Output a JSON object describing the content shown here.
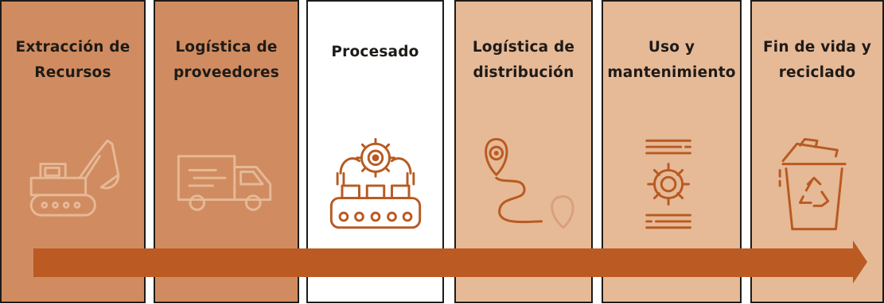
{
  "stages": [
    {
      "lines": [
        "Extracción de",
        "Recursos"
      ],
      "icon": "excavator-icon",
      "fill": "#d08c60"
    },
    {
      "lines": [
        "Logística de",
        "proveedores"
      ],
      "icon": "delivery-truck-icon",
      "fill": "#d08c60"
    },
    {
      "lines": [
        "Procesado"
      ],
      "icon": "gear-conveyor-icon",
      "fill": "#ffffff"
    },
    {
      "lines": [
        "Logística de",
        "distribución"
      ],
      "icon": "route-pin-icon",
      "fill": "#e6b997"
    },
    {
      "lines": [
        "Uso y",
        "mantenimiento"
      ],
      "icon": "maintenance-gear-icon",
      "fill": "#e6b997"
    },
    {
      "lines": [
        "Fin de vida y",
        "reciclado"
      ],
      "icon": "recycle-bin-icon",
      "fill": "#e6b997"
    }
  ],
  "colors": {
    "arrow": "#bb5a23",
    "icon": "#b85a20",
    "border": "#1e1b18"
  }
}
